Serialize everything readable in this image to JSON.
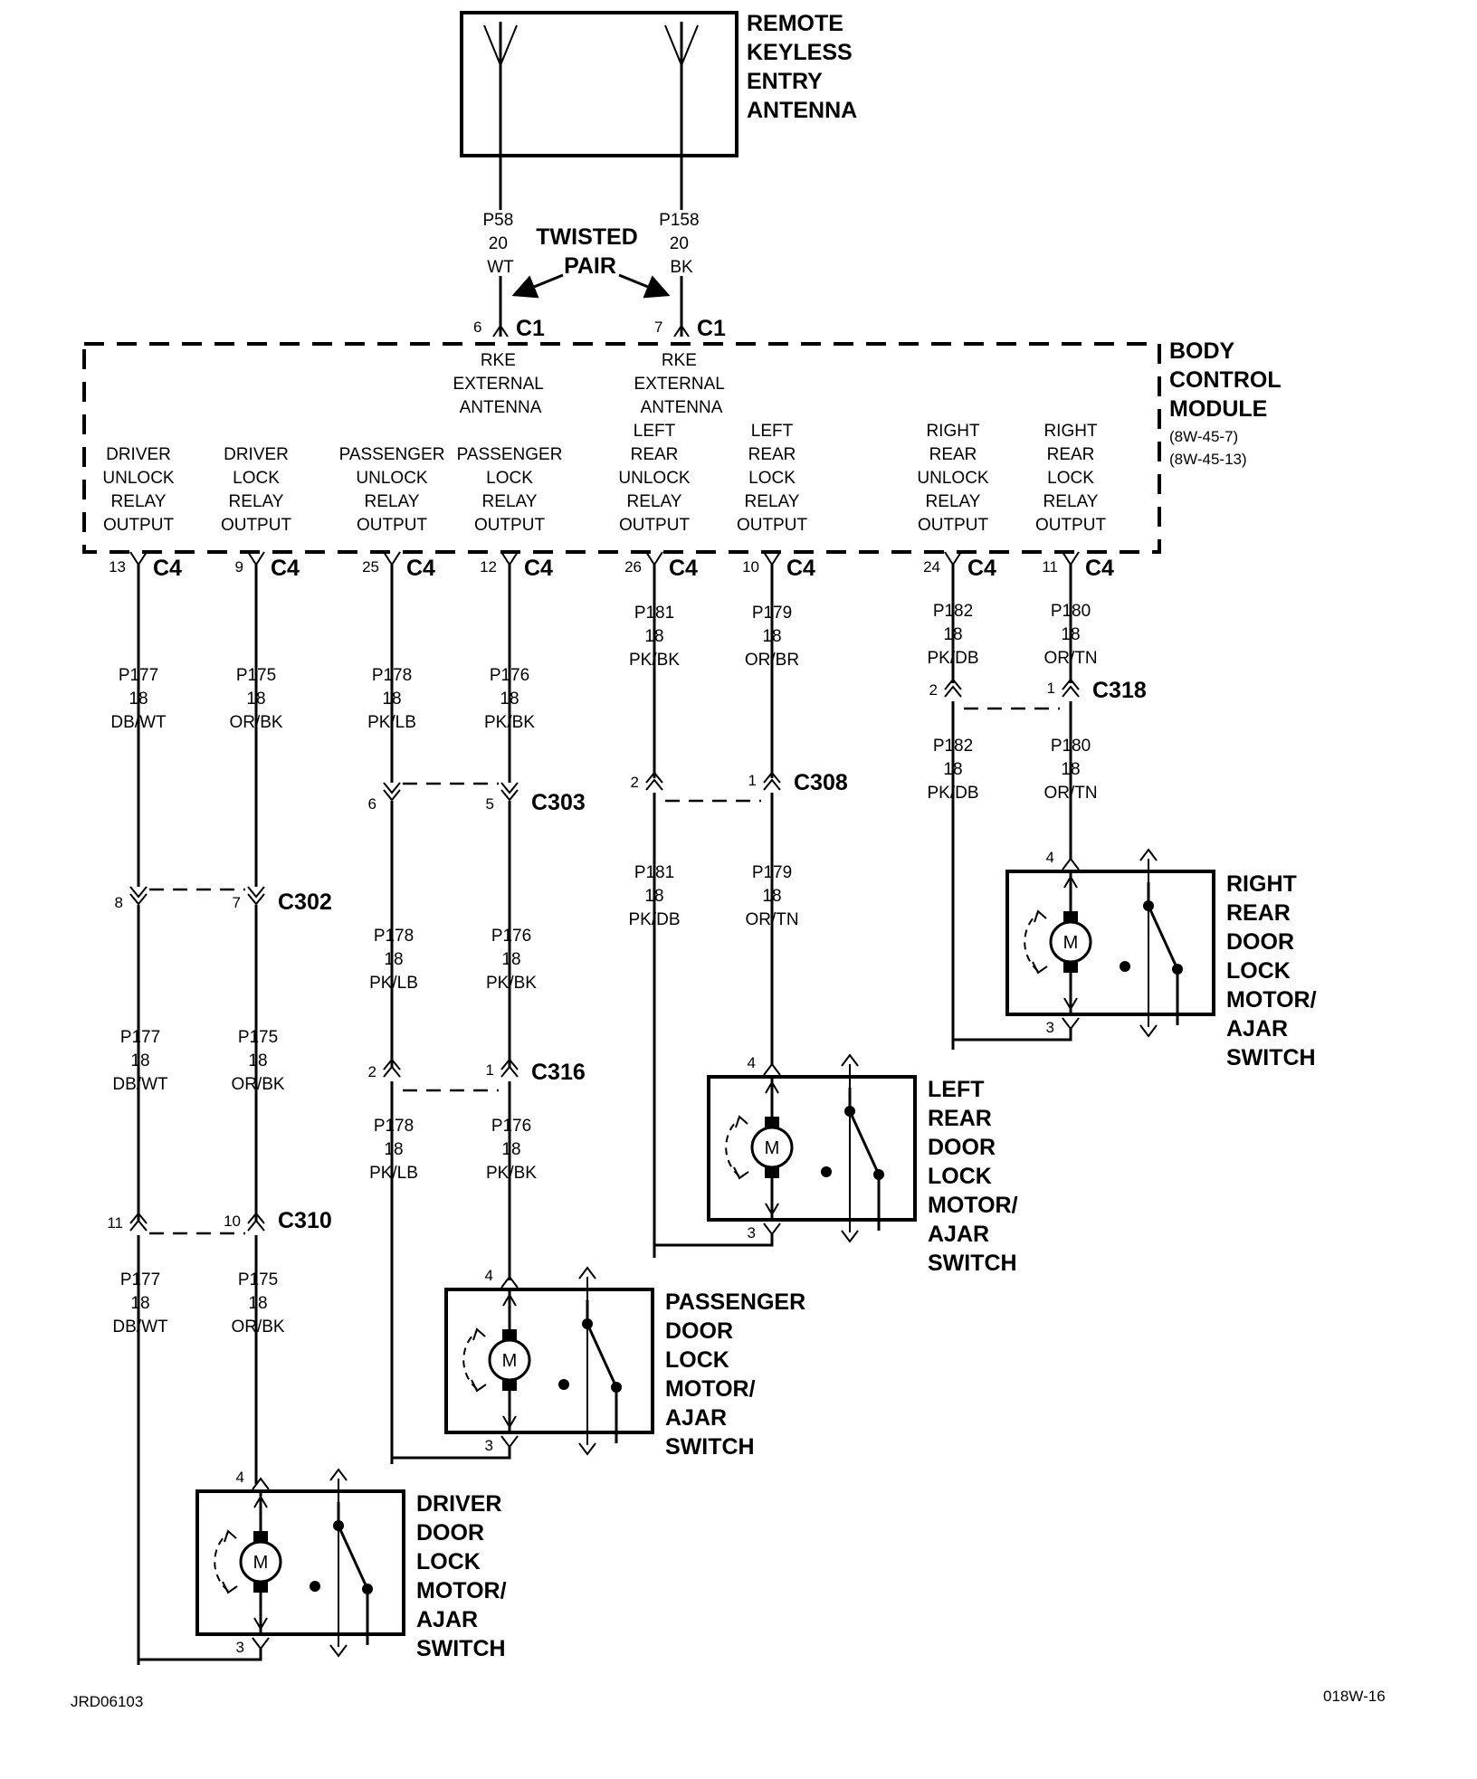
{
  "antenna": {
    "label": [
      "REMOTE",
      "KEYLESS",
      "ENTRY",
      "ANTENNA"
    ]
  },
  "twisted_pair": [
    "TWISTED",
    "PAIR"
  ],
  "bcm": {
    "label": [
      "BODY",
      "CONTROL",
      "MODULE"
    ],
    "refs": [
      "(8W-45-7)",
      "(8W-45-13)"
    ],
    "antenna_pins": [
      {
        "pin": "6",
        "conn": "C1",
        "func": [
          "RKE",
          "EXTERNAL",
          "ANTENNA"
        ],
        "wire": [
          "P58",
          "20",
          "WT"
        ]
      },
      {
        "pin": "7",
        "conn": "C1",
        "func": [
          "RKE",
          "EXTERNAL",
          "ANTENNA"
        ],
        "wire": [
          "P158",
          "20",
          "BK"
        ]
      }
    ],
    "outputs": [
      {
        "func": [
          "DRIVER",
          "UNLOCK",
          "RELAY",
          "OUTPUT"
        ],
        "pin": "13",
        "conn": "C4"
      },
      {
        "func": [
          "DRIVER",
          "LOCK",
          "RELAY",
          "OUTPUT"
        ],
        "pin": "9",
        "conn": "C4"
      },
      {
        "func": [
          "PASSENGER",
          "UNLOCK",
          "RELAY",
          "OUTPUT"
        ],
        "pin": "25",
        "conn": "C4"
      },
      {
        "func": [
          "PASSENGER",
          "LOCK",
          "RELAY",
          "OUTPUT"
        ],
        "pin": "12",
        "conn": "C4"
      },
      {
        "func": [
          "LEFT",
          "REAR",
          "UNLOCK",
          "RELAY",
          "OUTPUT"
        ],
        "pin": "26",
        "conn": "C4"
      },
      {
        "func": [
          "LEFT",
          "REAR",
          "LOCK",
          "RELAY",
          "OUTPUT"
        ],
        "pin": "10",
        "conn": "C4"
      },
      {
        "func": [
          "RIGHT",
          "REAR",
          "UNLOCK",
          "RELAY",
          "OUTPUT"
        ],
        "pin": "24",
        "conn": "C4"
      },
      {
        "func": [
          "RIGHT",
          "REAR",
          "LOCK",
          "RELAY",
          "OUTPUT"
        ],
        "pin": "11",
        "conn": "C4"
      }
    ]
  },
  "wires": {
    "p177": [
      "P177",
      "18",
      "DB/WT"
    ],
    "p175": [
      "P175",
      "18",
      "OR/BK"
    ],
    "p178": [
      "P178",
      "18",
      "PK/LB"
    ],
    "p176": [
      "P176",
      "18",
      "PK/BK"
    ],
    "p181a": [
      "P181",
      "18",
      "PK/BK"
    ],
    "p181b": [
      "P181",
      "18",
      "PK/DB"
    ],
    "p179a": [
      "P179",
      "18",
      "OR/BR"
    ],
    "p179b": [
      "P179",
      "18",
      "OR/TN"
    ],
    "p182": [
      "P182",
      "18",
      "PK/DB"
    ],
    "p180": [
      "P180",
      "18",
      "OR/TN"
    ]
  },
  "connectors": {
    "c302": {
      "name": "C302",
      "pins": [
        "8",
        "7"
      ]
    },
    "c310": {
      "name": "C310",
      "pins": [
        "11",
        "10"
      ]
    },
    "c303": {
      "name": "C303",
      "pins": [
        "6",
        "5"
      ]
    },
    "c316": {
      "name": "C316",
      "pins": [
        "2",
        "1"
      ]
    },
    "c308": {
      "name": "C308",
      "pins": [
        "2",
        "1"
      ]
    },
    "c318": {
      "name": "C318",
      "pins": [
        "2",
        "1"
      ]
    }
  },
  "motors": {
    "symbol": "M",
    "pin_top": "4",
    "pin_bottom": "3",
    "driver": [
      "DRIVER",
      "DOOR",
      "LOCK",
      "MOTOR/",
      "AJAR",
      "SWITCH"
    ],
    "passenger": [
      "PASSENGER",
      "DOOR",
      "LOCK",
      "MOTOR/",
      "AJAR",
      "SWITCH"
    ],
    "left_rear": [
      "LEFT",
      "REAR",
      "DOOR",
      "LOCK",
      "MOTOR/",
      "AJAR",
      "SWITCH"
    ],
    "right_rear": [
      "RIGHT",
      "REAR",
      "DOOR",
      "LOCK",
      "MOTOR/",
      "AJAR",
      "SWITCH"
    ]
  },
  "footer": {
    "left": "JRD06103",
    "right": "018W-16"
  }
}
